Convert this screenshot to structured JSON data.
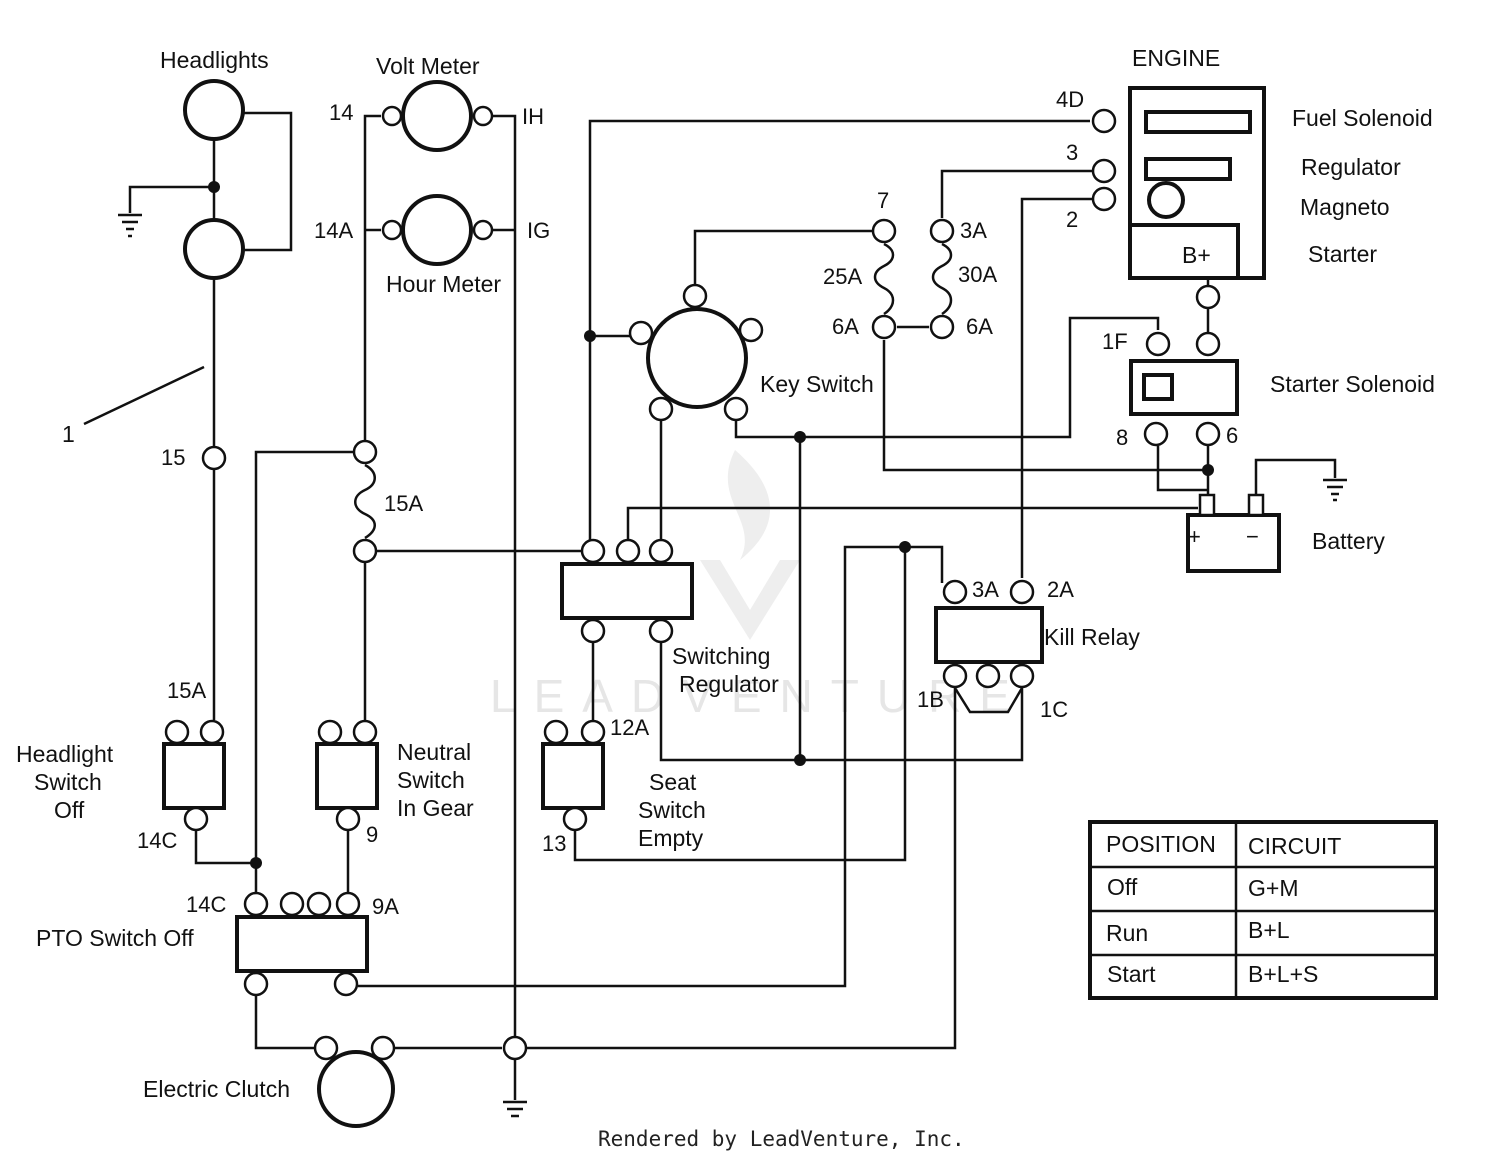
{
  "labels": {
    "headlights": "Headlights",
    "volt_meter": "Volt Meter",
    "hour_meter": "Hour Meter",
    "engine": "ENGINE",
    "fuel_solenoid": "Fuel Solenoid",
    "regulator": "Regulator",
    "magneto": "Magneto",
    "starter": "Starter",
    "b_plus": "B+",
    "key_switch": "Key Switch",
    "starter_solenoid": "Starter Solenoid",
    "battery": "Battery",
    "battery_plus": "+",
    "battery_minus": "−",
    "switching_regulator_1": "Switching",
    "switching_regulator_2": "Regulator",
    "kill_relay": "Kill Relay",
    "headlight_switch_1": "Headlight",
    "headlight_switch_2": "Switch",
    "headlight_switch_3": "Off",
    "neutral_switch_1": "Neutral",
    "neutral_switch_2": "Switch",
    "neutral_switch_3": "In Gear",
    "seat_switch_1": "Seat",
    "seat_switch_2": "Switch",
    "seat_switch_3": "Empty",
    "pto_switch": "PTO Switch Off",
    "electric_clutch": "Electric Clutch",
    "callout_1": "1"
  },
  "wire_labels": {
    "w14": "14",
    "wIH": "IH",
    "w14A": "14A",
    "wIG": "IG",
    "w4D": "4D",
    "w3": "3",
    "w2": "2",
    "w7": "7",
    "w3A_top": "3A",
    "w25A": "25A",
    "w30A": "30A",
    "w6A_left": "6A",
    "w6A_right": "6A",
    "w1F": "1F",
    "w8": "8",
    "w6": "6",
    "w15": "15",
    "w15A_fuse": "15A",
    "w15A_switch": "15A",
    "w3A_kill": "3A",
    "w2A": "2A",
    "w1B": "1B",
    "w1C": "1C",
    "w12A": "12A",
    "w13": "13",
    "w14C_switch": "14C",
    "w9": "9",
    "w14C_pto": "14C",
    "w9A": "9A"
  },
  "table": {
    "headers": [
      "POSITION",
      "CIRCUIT"
    ],
    "rows": [
      [
        "Off",
        "G+M"
      ],
      [
        "Run",
        "B+L"
      ],
      [
        "Start",
        "B+L+S"
      ]
    ]
  },
  "watermark": "LEADVENTURE",
  "footer": "Rendered by LeadVenture, Inc."
}
